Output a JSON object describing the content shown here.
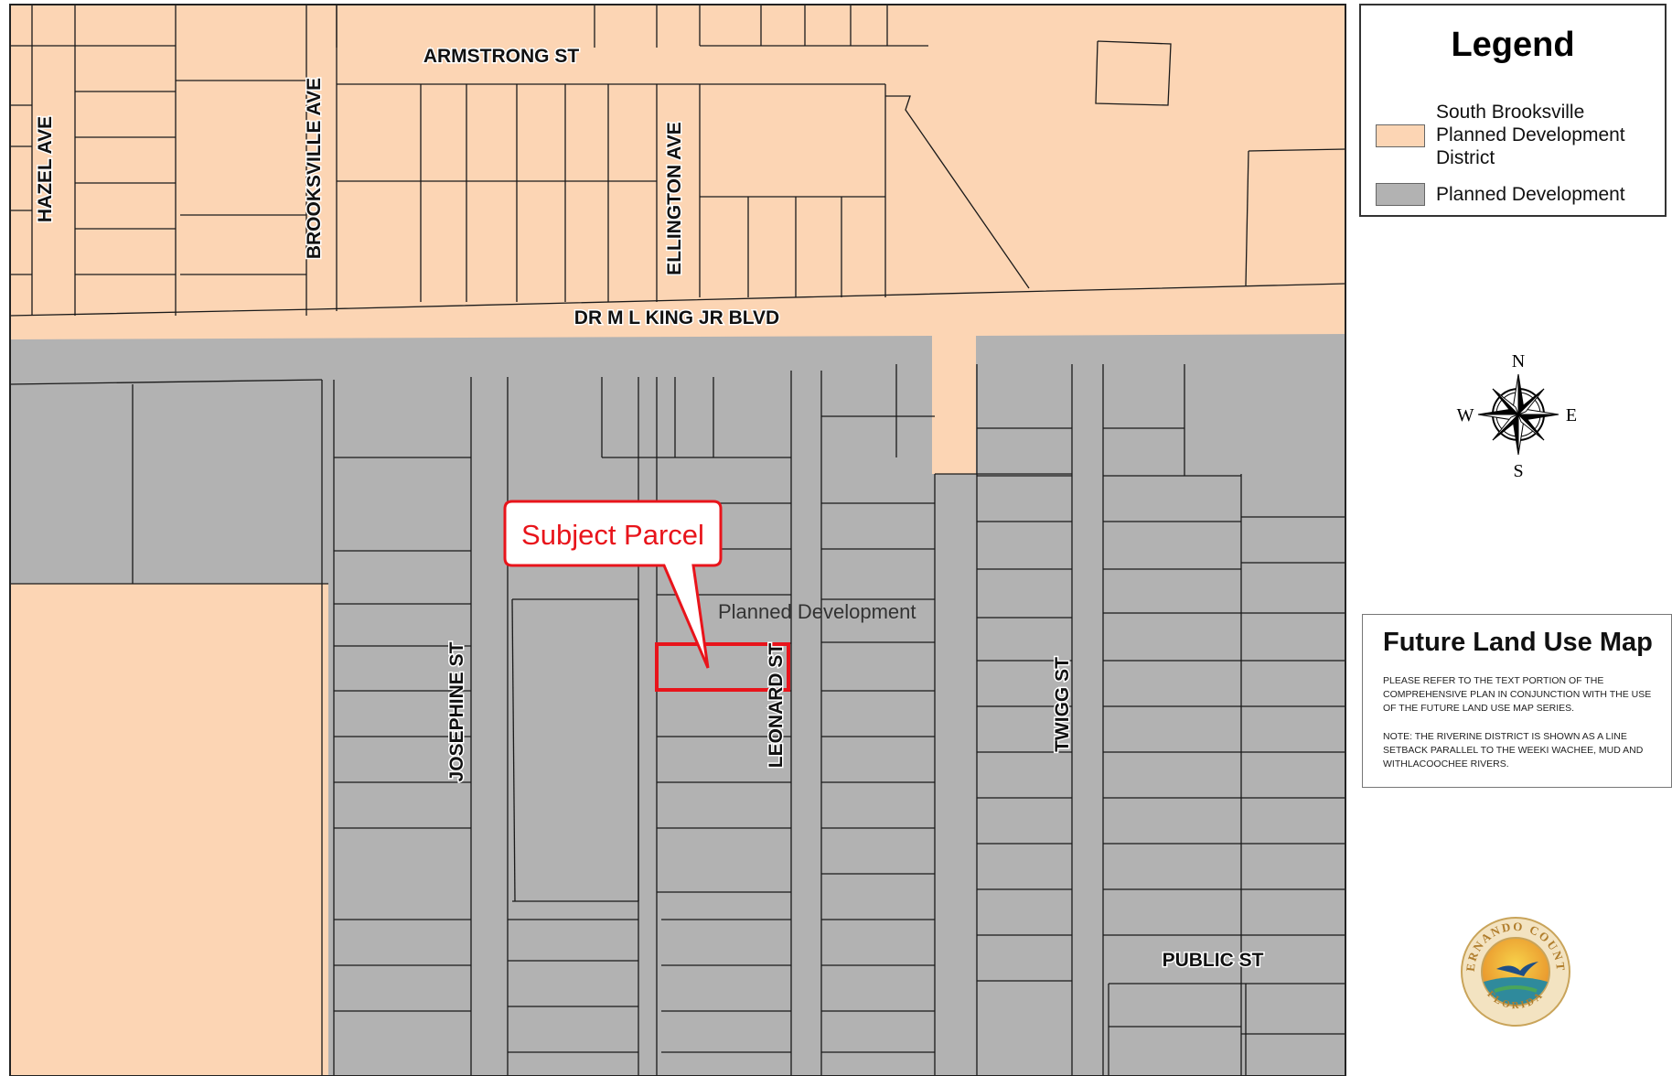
{
  "map": {
    "colors": {
      "south_brooksville_pd": "#fcd5b4",
      "planned_development": "#b2b2b2",
      "parcel_line": "#1a1a1a",
      "subject_parcel": "#e8141b"
    },
    "streets": {
      "armstrong": "ARMSTRONG ST",
      "hazel": "HAZEL AVE",
      "brooksville": "BROOKSVILLE AVE",
      "ellington": "ELLINGTON AVE",
      "mlk": "DR M L KING JR BLVD",
      "josephine": "JOSEPHINE ST",
      "leonard": "LEONARD ST",
      "twigg": "TWIGG ST",
      "public": "PUBLIC ST"
    },
    "pd_label": "Planned Development",
    "callout_label": "Subject Parcel"
  },
  "legend": {
    "title": "Legend",
    "items": [
      {
        "label": "South Brooksville Planned Development District",
        "color": "#fcd5b4"
      },
      {
        "label": "Planned Development",
        "color": "#b2b2b2"
      }
    ]
  },
  "compass": {
    "n": "N",
    "s": "S",
    "e": "E",
    "w": "W"
  },
  "info_box": {
    "title": "Future Land Use Map",
    "note1": "PLEASE REFER TO THE TEXT PORTION OF THE COMPREHENSIVE PLAN IN CONJUNCTION WITH THE USE OF THE FUTURE LAND USE MAP SERIES.",
    "note2": "NOTE: THE RIVERINE DISTRICT IS SHOWN AS A LINE SETBACK PARALLEL TO THE WEEKI WACHEE, MUD AND WITHLACOOCHEE RIVERS."
  },
  "seal": {
    "top_text": "HERNANDO COUNTY",
    "bottom_text": "FLORIDA"
  }
}
